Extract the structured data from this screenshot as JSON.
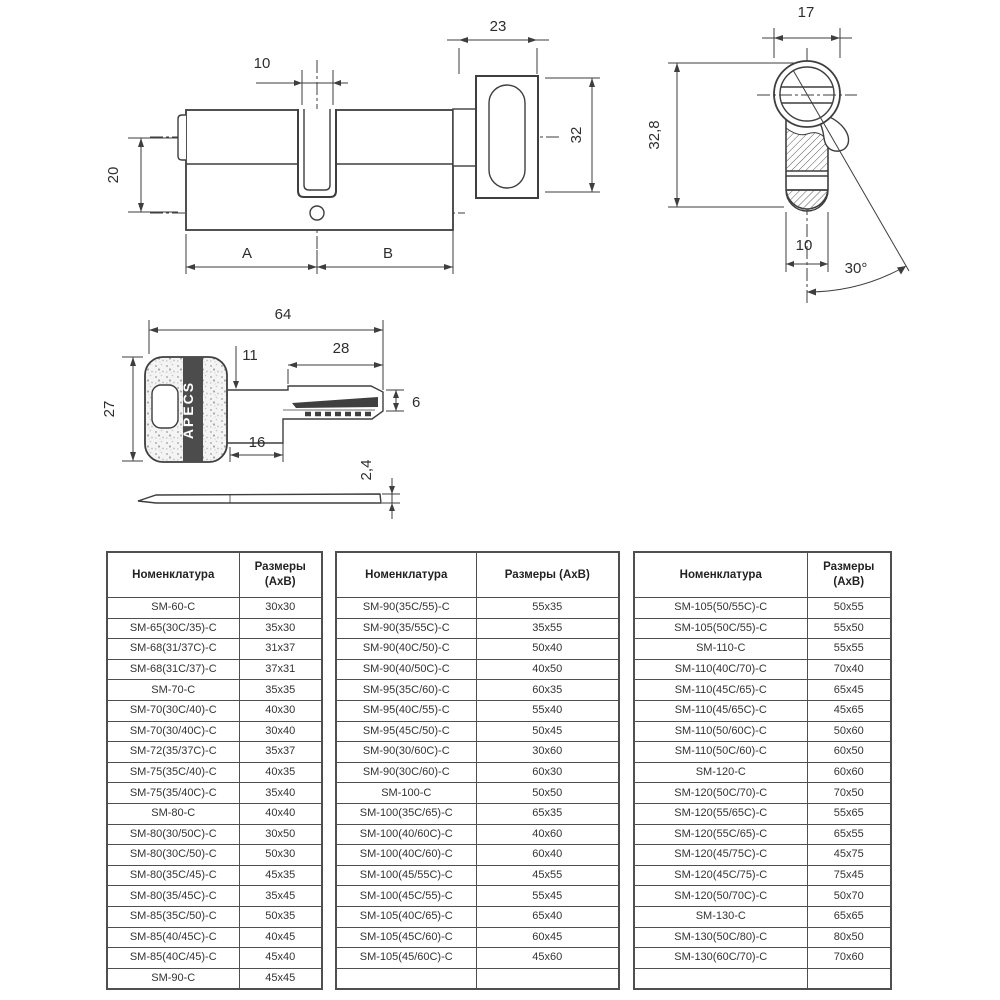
{
  "drawings": {
    "side_view": {
      "cam_width": "10",
      "turn_width": "23",
      "body_height": "20",
      "turn_height": "32",
      "label_a": "A",
      "label_b": "B"
    },
    "face_view": {
      "profile_width": "17",
      "profile_height": "32,8",
      "fin_width": "10",
      "key_angle": "30°"
    },
    "key_view": {
      "total_length": "64",
      "neck_width": "11",
      "blade_length": "28",
      "head_height": "27",
      "tip_height": "6",
      "shoulder_length": "16",
      "blank_thickness": "2,4",
      "brand": "APECS"
    }
  },
  "tables": [
    {
      "headers": [
        "Номенклатура",
        "Размеры (АхВ)"
      ],
      "rows": [
        [
          "SM-60-C",
          "30x30"
        ],
        [
          "SM-65(30C/35)-C",
          "35x30"
        ],
        [
          "SM-68(31/37C)-C",
          "31x37"
        ],
        [
          "SM-68(31C/37)-C",
          "37x31"
        ],
        [
          "SM-70-C",
          "35x35"
        ],
        [
          "SM-70(30C/40)-C",
          "40x30"
        ],
        [
          "SM-70(30/40C)-C",
          "30x40"
        ],
        [
          "SM-72(35/37C)-C",
          "35x37"
        ],
        [
          "SM-75(35C/40)-C",
          "40x35"
        ],
        [
          "SM-75(35/40C)-C",
          "35x40"
        ],
        [
          "SM-80-C",
          "40x40"
        ],
        [
          "SM-80(30/50C)-C",
          "30x50"
        ],
        [
          "SM-80(30C/50)-C",
          "50x30"
        ],
        [
          "SM-80(35C/45)-C",
          "45x35"
        ],
        [
          "SM-80(35/45C)-C",
          "35x45"
        ],
        [
          "SM-85(35C/50)-C",
          "50x35"
        ],
        [
          "SM-85(40/45C)-C",
          "40x45"
        ],
        [
          "SM-85(40C/45)-C",
          "45x40"
        ],
        [
          "SM-90-C",
          "45x45"
        ]
      ]
    },
    {
      "headers": [
        "Номенклатура",
        "Размеры (АхВ)"
      ],
      "rows": [
        [
          "SM-90(35C/55)-C",
          "55x35"
        ],
        [
          "SM-90(35/55C)-C",
          "35x55"
        ],
        [
          "SM-90(40C/50)-C",
          "50x40"
        ],
        [
          "SM-90(40/50C)-C",
          "40x50"
        ],
        [
          "SM-95(35C/60)-C",
          "60x35"
        ],
        [
          "SM-95(40C/55)-C",
          "55x40"
        ],
        [
          "SM-95(45C/50)-C",
          "50x45"
        ],
        [
          "SM-90(30/60C)-C",
          "30x60"
        ],
        [
          "SM-90(30C/60)-C",
          "60x30"
        ],
        [
          "SM-100-C",
          "50x50"
        ],
        [
          "SM-100(35C/65)-C",
          "65x35"
        ],
        [
          "SM-100(40/60C)-C",
          "40x60"
        ],
        [
          "SM-100(40C/60)-C",
          "60x40"
        ],
        [
          "SM-100(45/55C)-C",
          "45x55"
        ],
        [
          "SM-100(45C/55)-C",
          "55x45"
        ],
        [
          "SM-105(40C/65)-C",
          "65x40"
        ],
        [
          "SM-105(45C/60)-C",
          "60x45"
        ],
        [
          "SM-105(45/60C)-C",
          "45x60"
        ],
        [
          "",
          ""
        ]
      ]
    },
    {
      "headers": [
        "Номенклатура",
        "Размеры (АхВ)"
      ],
      "rows": [
        [
          "SM-105(50/55C)-C",
          "50x55"
        ],
        [
          "SM-105(50C/55)-C",
          "55x50"
        ],
        [
          "SM-110-C",
          "55x55"
        ],
        [
          "SM-110(40C/70)-C",
          "70x40"
        ],
        [
          "SM-110(45C/65)-C",
          "65x45"
        ],
        [
          "SM-110(45/65C)-C",
          "45x65"
        ],
        [
          "SM-110(50/60C)-C",
          "50x60"
        ],
        [
          "SM-110(50C/60)-C",
          "60x50"
        ],
        [
          "SM-120-C",
          "60x60"
        ],
        [
          "SM-120(50C/70)-C",
          "70x50"
        ],
        [
          "SM-120(55/65C)-C",
          "55x65"
        ],
        [
          "SM-120(55C/65)-C",
          "65x55"
        ],
        [
          "SM-120(45/75C)-C",
          "45x75"
        ],
        [
          "SM-120(45C/75)-C",
          "75x45"
        ],
        [
          "SM-120(50/70C)-C",
          "50x70"
        ],
        [
          "SM-130-C",
          "65x65"
        ],
        [
          "SM-130(50C/80)-C",
          "80x50"
        ],
        [
          "SM-130(60C/70)-C",
          "70x60"
        ],
        [
          "",
          ""
        ]
      ]
    }
  ]
}
